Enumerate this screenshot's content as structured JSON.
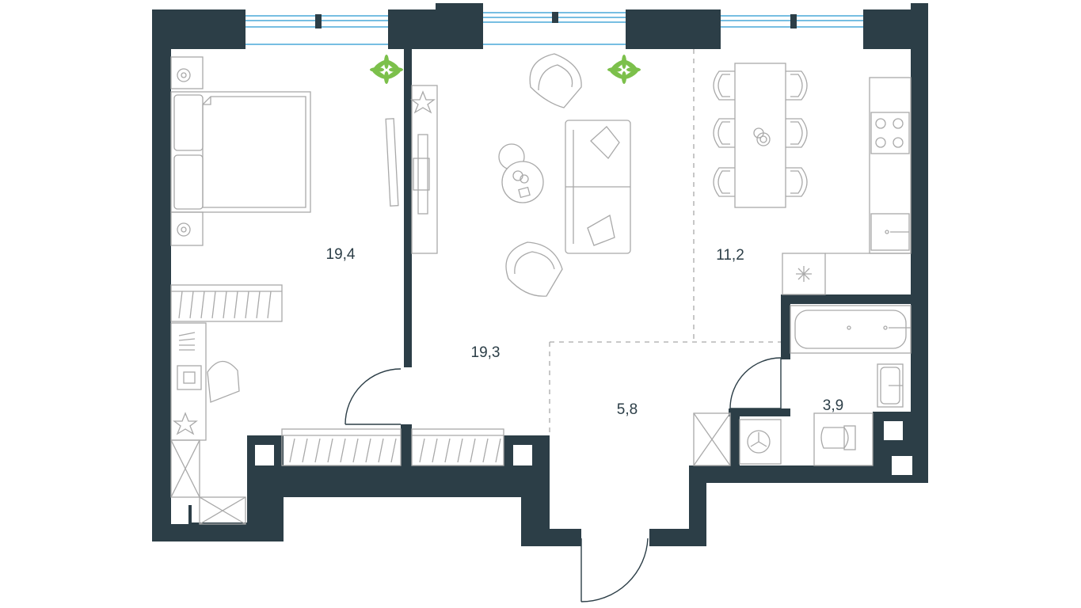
{
  "rooms": [
    {
      "key": "bedroom",
      "area": "19,4"
    },
    {
      "key": "living",
      "area": "19,3"
    },
    {
      "key": "kitchen",
      "area": "11,2"
    },
    {
      "key": "hall",
      "area": "5,8"
    },
    {
      "key": "bathroom",
      "area": "3,9"
    }
  ],
  "colors": {
    "wall": "#2c3e47",
    "furniture": "#a9a9a9",
    "window": "#4aa8d8",
    "plant": "#7cc04b"
  }
}
